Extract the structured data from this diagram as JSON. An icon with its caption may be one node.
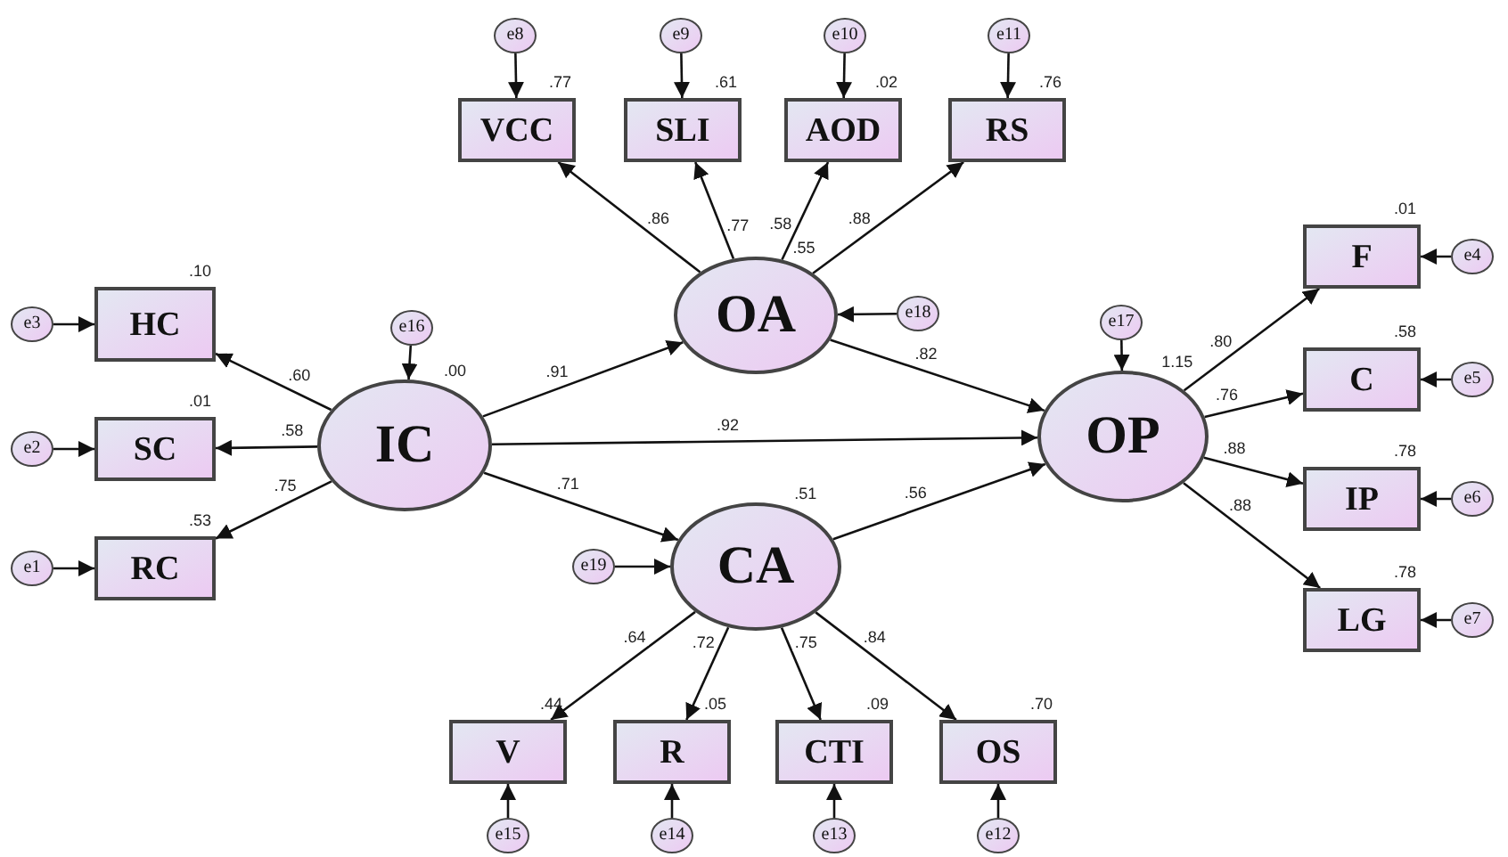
{
  "diagram": {
    "nodes": [
      {
        "text": [
          "e8"
        ]
      },
      {
        "text": [
          "e9"
        ]
      },
      {
        "text": [
          "e10"
        ]
      },
      {
        "text": [
          "e11"
        ]
      },
      {
        "text": [
          "VCC"
        ],
        "beside": [
          ".77"
        ]
      },
      {
        "text": [
          "SLI"
        ],
        "beside": [
          ".61"
        ]
      },
      {
        "text": [
          "AOD"
        ],
        "beside": [
          ".02"
        ]
      },
      {
        "text": [
          "RS"
        ],
        "beside": [
          ".76"
        ]
      },
      {
        "text": [
          "F"
        ],
        "beside": [
          ".01"
        ]
      },
      {
        "text": [
          "e4"
        ]
      },
      {
        "text": [
          "OA"
        ],
        "beside": [
          ".55"
        ]
      },
      {
        "text": [
          "e18"
        ]
      },
      {
        "text": [
          "e17"
        ]
      },
      {
        "text": [
          "HC"
        ],
        "beside": [
          ".10"
        ]
      },
      {
        "text": [
          "e3"
        ]
      },
      {
        "text": [
          "e16"
        ]
      },
      {
        "text": [
          "IC"
        ],
        "beside": [
          ".00"
        ]
      },
      {
        "text": [
          "SC"
        ],
        "beside": [
          ".01"
        ]
      },
      {
        "text": [
          "e2"
        ]
      },
      {
        "text": [
          "C"
        ],
        "beside": [
          ".58"
        ]
      },
      {
        "text": [
          "e5"
        ]
      },
      {
        "text": [
          "OP"
        ],
        "beside": [
          "1.15"
        ]
      },
      {
        "text": [
          "IP"
        ],
        "beside": [
          ".78"
        ]
      },
      {
        "text": [
          "e6"
        ]
      },
      {
        "text": [
          "RC"
        ],
        "beside": [
          ".53"
        ]
      },
      {
        "text": [
          "e1"
        ]
      },
      {
        "text": [
          "CA"
        ],
        "beside": [
          ".51"
        ]
      },
      {
        "text": [
          "e19"
        ]
      },
      {
        "text": [
          "LG"
        ],
        "beside": [
          ".78"
        ]
      },
      {
        "text": [
          "e7"
        ]
      },
      {
        "text": [
          "V"
        ],
        "beside": [
          ".44"
        ]
      },
      {
        "text": [
          "R"
        ],
        "beside": [
          ".05"
        ]
      },
      {
        "text": [
          "CTI"
        ],
        "beside": [
          ".09"
        ]
      },
      {
        "text": [
          "OS"
        ],
        "beside": [
          ".70"
        ]
      },
      {
        "text": [
          "e15"
        ]
      },
      {
        "text": [
          "e14"
        ]
      },
      {
        "text": [
          "e13"
        ]
      },
      {
        "text": [
          "e12"
        ]
      }
    ],
    "edges": [
      {
        "from": 0,
        "to": 4,
        "arrow": "to"
      },
      {
        "from": 1,
        "to": 5,
        "arrow": "to"
      },
      {
        "from": 2,
        "to": 6,
        "arrow": "to"
      },
      {
        "from": 3,
        "to": 7,
        "arrow": "to"
      },
      {
        "from": 10,
        "to": 4,
        "arrow": "to",
        "label": ".86"
      },
      {
        "from": 10,
        "to": 5,
        "arrow": "to",
        "label": ".77"
      },
      {
        "from": 10,
        "to": 6,
        "arrow": "to",
        "label": ".58"
      },
      {
        "from": 10,
        "to": 7,
        "arrow": "to",
        "label": ".88"
      },
      {
        "from": 11,
        "to": 10,
        "arrow": "to"
      },
      {
        "from": 12,
        "to": 21,
        "arrow": "to"
      },
      {
        "from": 14,
        "to": 13,
        "arrow": "to"
      },
      {
        "from": 18,
        "to": 17,
        "arrow": "to"
      },
      {
        "from": 25,
        "to": 24,
        "arrow": "to"
      },
      {
        "from": 15,
        "to": 16,
        "arrow": "to"
      },
      {
        "from": 16,
        "to": 13,
        "arrow": "to",
        "label": ".60"
      },
      {
        "from": 16,
        "to": 17,
        "arrow": "to",
        "label": ".58"
      },
      {
        "from": 16,
        "to": 24,
        "arrow": "to",
        "label": ".75"
      },
      {
        "from": 16,
        "to": 10,
        "arrow": "to",
        "label": ".91"
      },
      {
        "from": 16,
        "to": 21,
        "arrow": "to",
        "label": ".92"
      },
      {
        "from": 16,
        "to": 26,
        "arrow": "to",
        "label": ".71"
      },
      {
        "from": 10,
        "to": 21,
        "arrow": "to",
        "label": ".82"
      },
      {
        "from": 26,
        "to": 21,
        "arrow": "to",
        "label": ".56"
      },
      {
        "from": 27,
        "to": 26,
        "arrow": "to"
      },
      {
        "from": 21,
        "to": 8,
        "arrow": "to",
        "label": ".80"
      },
      {
        "from": 21,
        "to": 19,
        "arrow": "to",
        "label": ".76"
      },
      {
        "from": 21,
        "to": 22,
        "arrow": "to",
        "label": ".88"
      },
      {
        "from": 21,
        "to": 28,
        "arrow": "to",
        "label": ".88"
      },
      {
        "from": 9,
        "to": 8,
        "arrow": "to"
      },
      {
        "from": 20,
        "to": 19,
        "arrow": "to"
      },
      {
        "from": 23,
        "to": 22,
        "arrow": "to"
      },
      {
        "from": 29,
        "to": 28,
        "arrow": "to"
      },
      {
        "from": 26,
        "to": 30,
        "arrow": "to",
        "label": ".64"
      },
      {
        "from": 26,
        "to": 31,
        "arrow": "to",
        "label": ".72"
      },
      {
        "from": 26,
        "to": 32,
        "arrow": "to",
        "label": ".75"
      },
      {
        "from": 26,
        "to": 33,
        "arrow": "to",
        "label": ".84"
      },
      {
        "from": 34,
        "to": 30,
        "arrow": "to"
      },
      {
        "from": 35,
        "to": 31,
        "arrow": "to"
      },
      {
        "from": 36,
        "to": 32,
        "arrow": "to"
      },
      {
        "from": 37,
        "to": 33,
        "arrow": "to"
      }
    ]
  }
}
